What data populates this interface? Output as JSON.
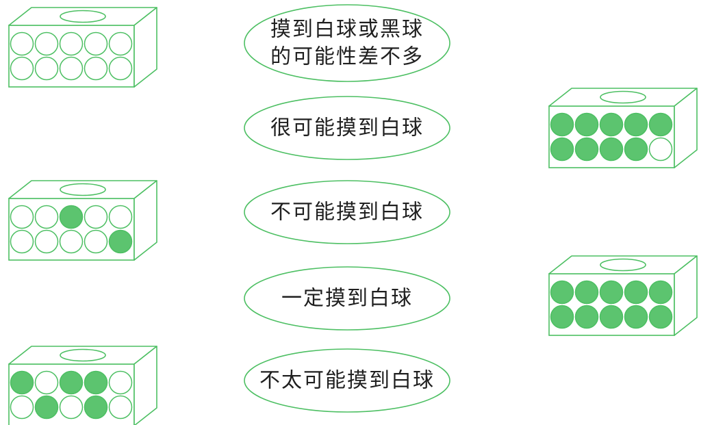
{
  "colors": {
    "line": "#4cbf62",
    "filled_ball": "#5cc46f",
    "empty_ball": "#ffffff",
    "text": "#1f1f1f"
  },
  "options": [
    {
      "id": "even",
      "lines": [
        "摸到白球或黑球",
        "的可能性差不多"
      ]
    },
    {
      "id": "likely",
      "lines": [
        "很可能摸到白球"
      ]
    },
    {
      "id": "impossible",
      "lines": [
        "不可能摸到白球"
      ]
    },
    {
      "id": "certain",
      "lines": [
        "一定摸到白球"
      ]
    },
    {
      "id": "unlikely",
      "lines": [
        "不太可能摸到白球"
      ]
    }
  ],
  "boxes": [
    {
      "id": "box-left-1",
      "side": "left",
      "filled": [
        0,
        0,
        0,
        0,
        0,
        0,
        0,
        0,
        0,
        0
      ]
    },
    {
      "id": "box-left-2",
      "side": "left",
      "filled": [
        0,
        0,
        1,
        0,
        0,
        0,
        0,
        0,
        0,
        1
      ]
    },
    {
      "id": "box-left-3",
      "side": "left",
      "filled": [
        1,
        0,
        1,
        1,
        0,
        0,
        1,
        0,
        1,
        0
      ]
    },
    {
      "id": "box-right-1",
      "side": "right",
      "filled": [
        1,
        1,
        1,
        1,
        1,
        1,
        1,
        1,
        1,
        0
      ]
    },
    {
      "id": "box-right-2",
      "side": "right",
      "filled": [
        1,
        1,
        1,
        1,
        1,
        1,
        1,
        1,
        1,
        1
      ]
    }
  ]
}
